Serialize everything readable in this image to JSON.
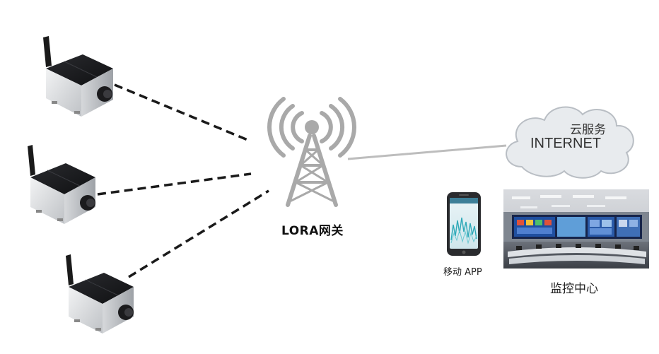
{
  "gateway": {
    "label": "LORA网关",
    "icon": "radio-tower-icon"
  },
  "cloud": {
    "title": "云服务",
    "subtitle": "INTERNET",
    "icon": "cloud-icon"
  },
  "mobile_app": {
    "label": "移动 APP",
    "icon": "smartphone-icon"
  },
  "monitor_center": {
    "label": "监控中心",
    "icon": "control-room-icon"
  },
  "sensors": [
    {
      "icon": "sensor-device-icon"
    },
    {
      "icon": "sensor-device-icon"
    },
    {
      "icon": "sensor-device-icon"
    }
  ],
  "colors": {
    "tower": "#a9a9a9",
    "cloud_fill": "#e8ebee",
    "cloud_stroke": "#b9bec4",
    "device_body": "#dadcdf",
    "device_top": "#1d1e21",
    "link_dashed": "#1a1a1a",
    "link_solid": "#bdbdbd",
    "screen_blue": "#1f4fa0"
  }
}
